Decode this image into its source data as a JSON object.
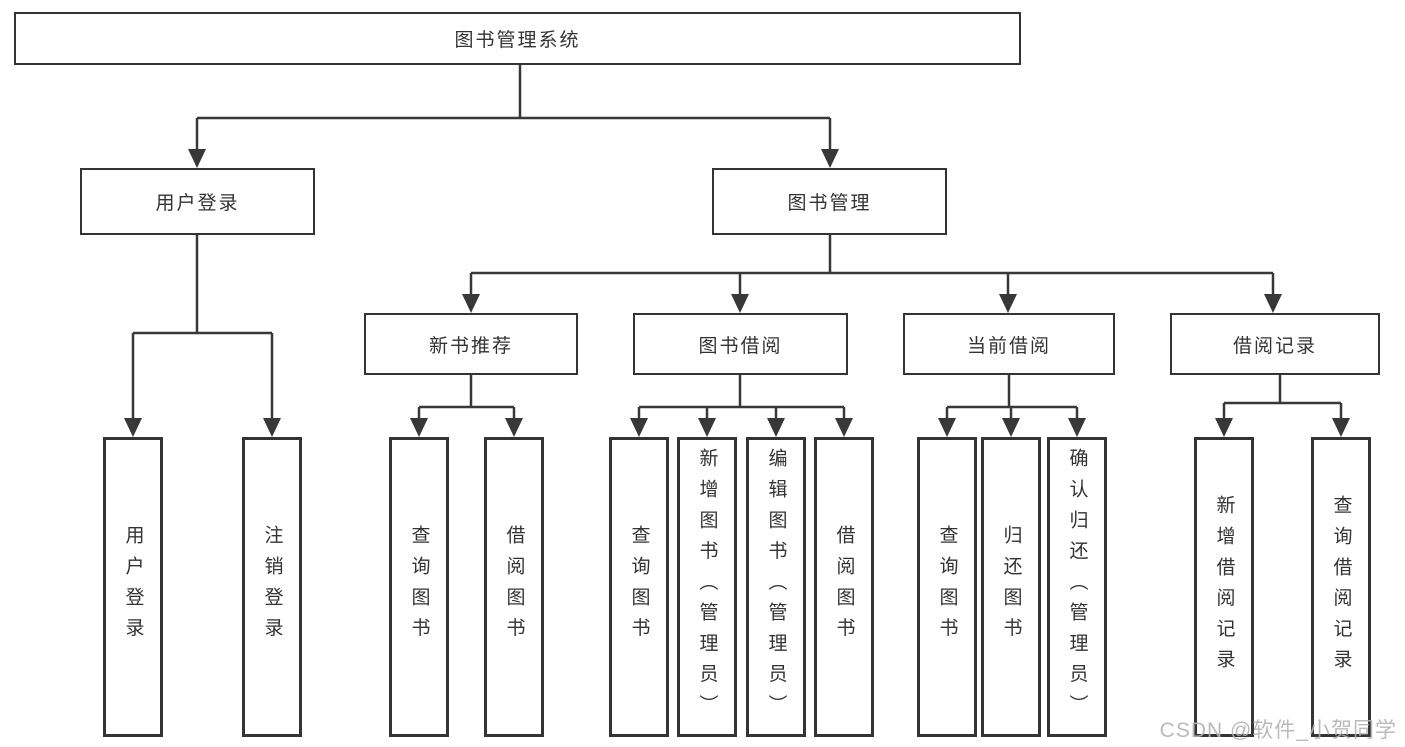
{
  "diagram": {
    "root": {
      "label": "图书管理系统"
    },
    "branches": [
      {
        "label": "用户登录",
        "children": [
          "用户登录",
          "注销登录"
        ]
      },
      {
        "label": "图书管理",
        "sections": [
          {
            "label": "新书推荐",
            "children": [
              "查询图书",
              "借阅图书"
            ]
          },
          {
            "label": "图书借阅",
            "children": [
              "查询图书",
              "新增图书（管理员）",
              "编辑图书（管理员）",
              "借阅图书"
            ]
          },
          {
            "label": "当前借阅",
            "children": [
              "查询图书",
              "归还图书",
              "确认归还（管理员）"
            ]
          },
          {
            "label": "借阅记录",
            "children": [
              "新增借阅记录",
              "查询借阅记录"
            ]
          }
        ]
      }
    ],
    "colors": {
      "line": "#383838",
      "box_border": "#343434",
      "text": "#333333",
      "watermark": "#b3b3b3"
    },
    "watermark": "CSDN @软件_小贺同学"
  }
}
